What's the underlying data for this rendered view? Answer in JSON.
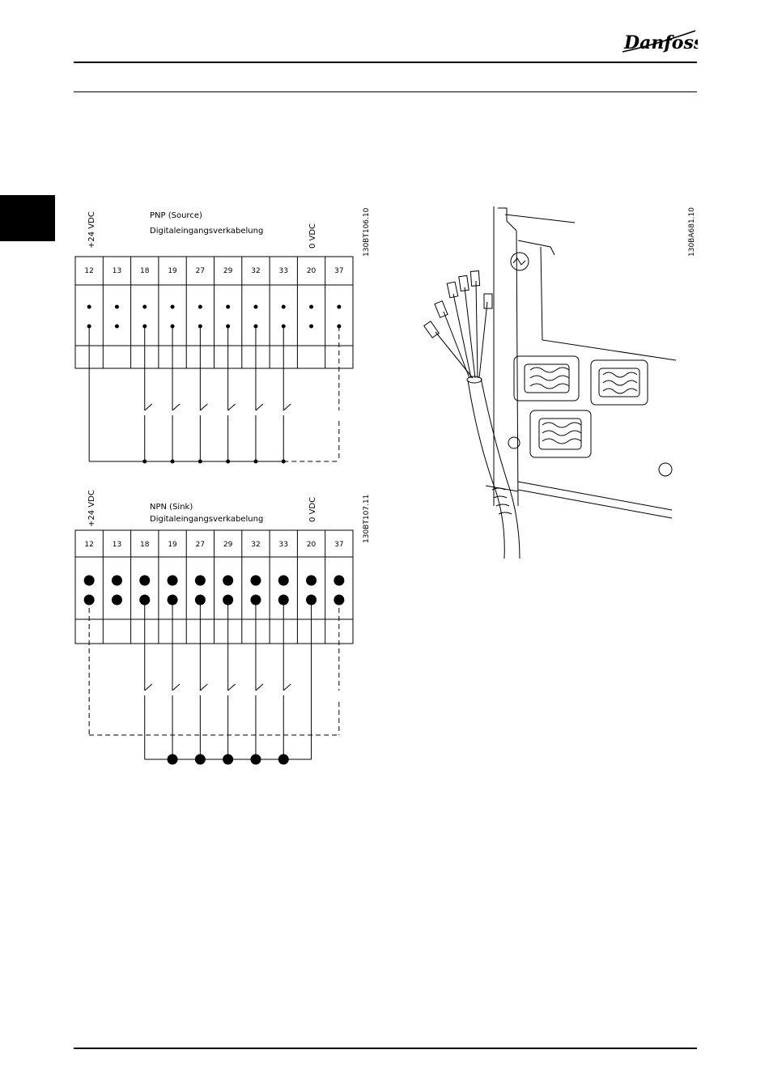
{
  "header": {
    "brand": "Danfoss"
  },
  "pnp": {
    "title": "PNP (Source)",
    "subtitle": "Digitaleingangsverkabelung",
    "supply_label": "+24 VDC",
    "ground_label": "0 VDC",
    "code": "130BT106.10",
    "terminals": [
      "12",
      "13",
      "18",
      "19",
      "27",
      "29",
      "32",
      "33",
      "20",
      "37"
    ]
  },
  "npn": {
    "title": "NPN (Sink)",
    "subtitle": "Digitaleingangsverkabelung",
    "supply_label": "+24 VDC",
    "ground_label": "0 VDC",
    "code": "130BT107.11",
    "terminals": [
      "12",
      "13",
      "18",
      "19",
      "27",
      "29",
      "32",
      "33",
      "20",
      "37"
    ]
  },
  "cable_illustration": {
    "code": "130BA681.10"
  }
}
